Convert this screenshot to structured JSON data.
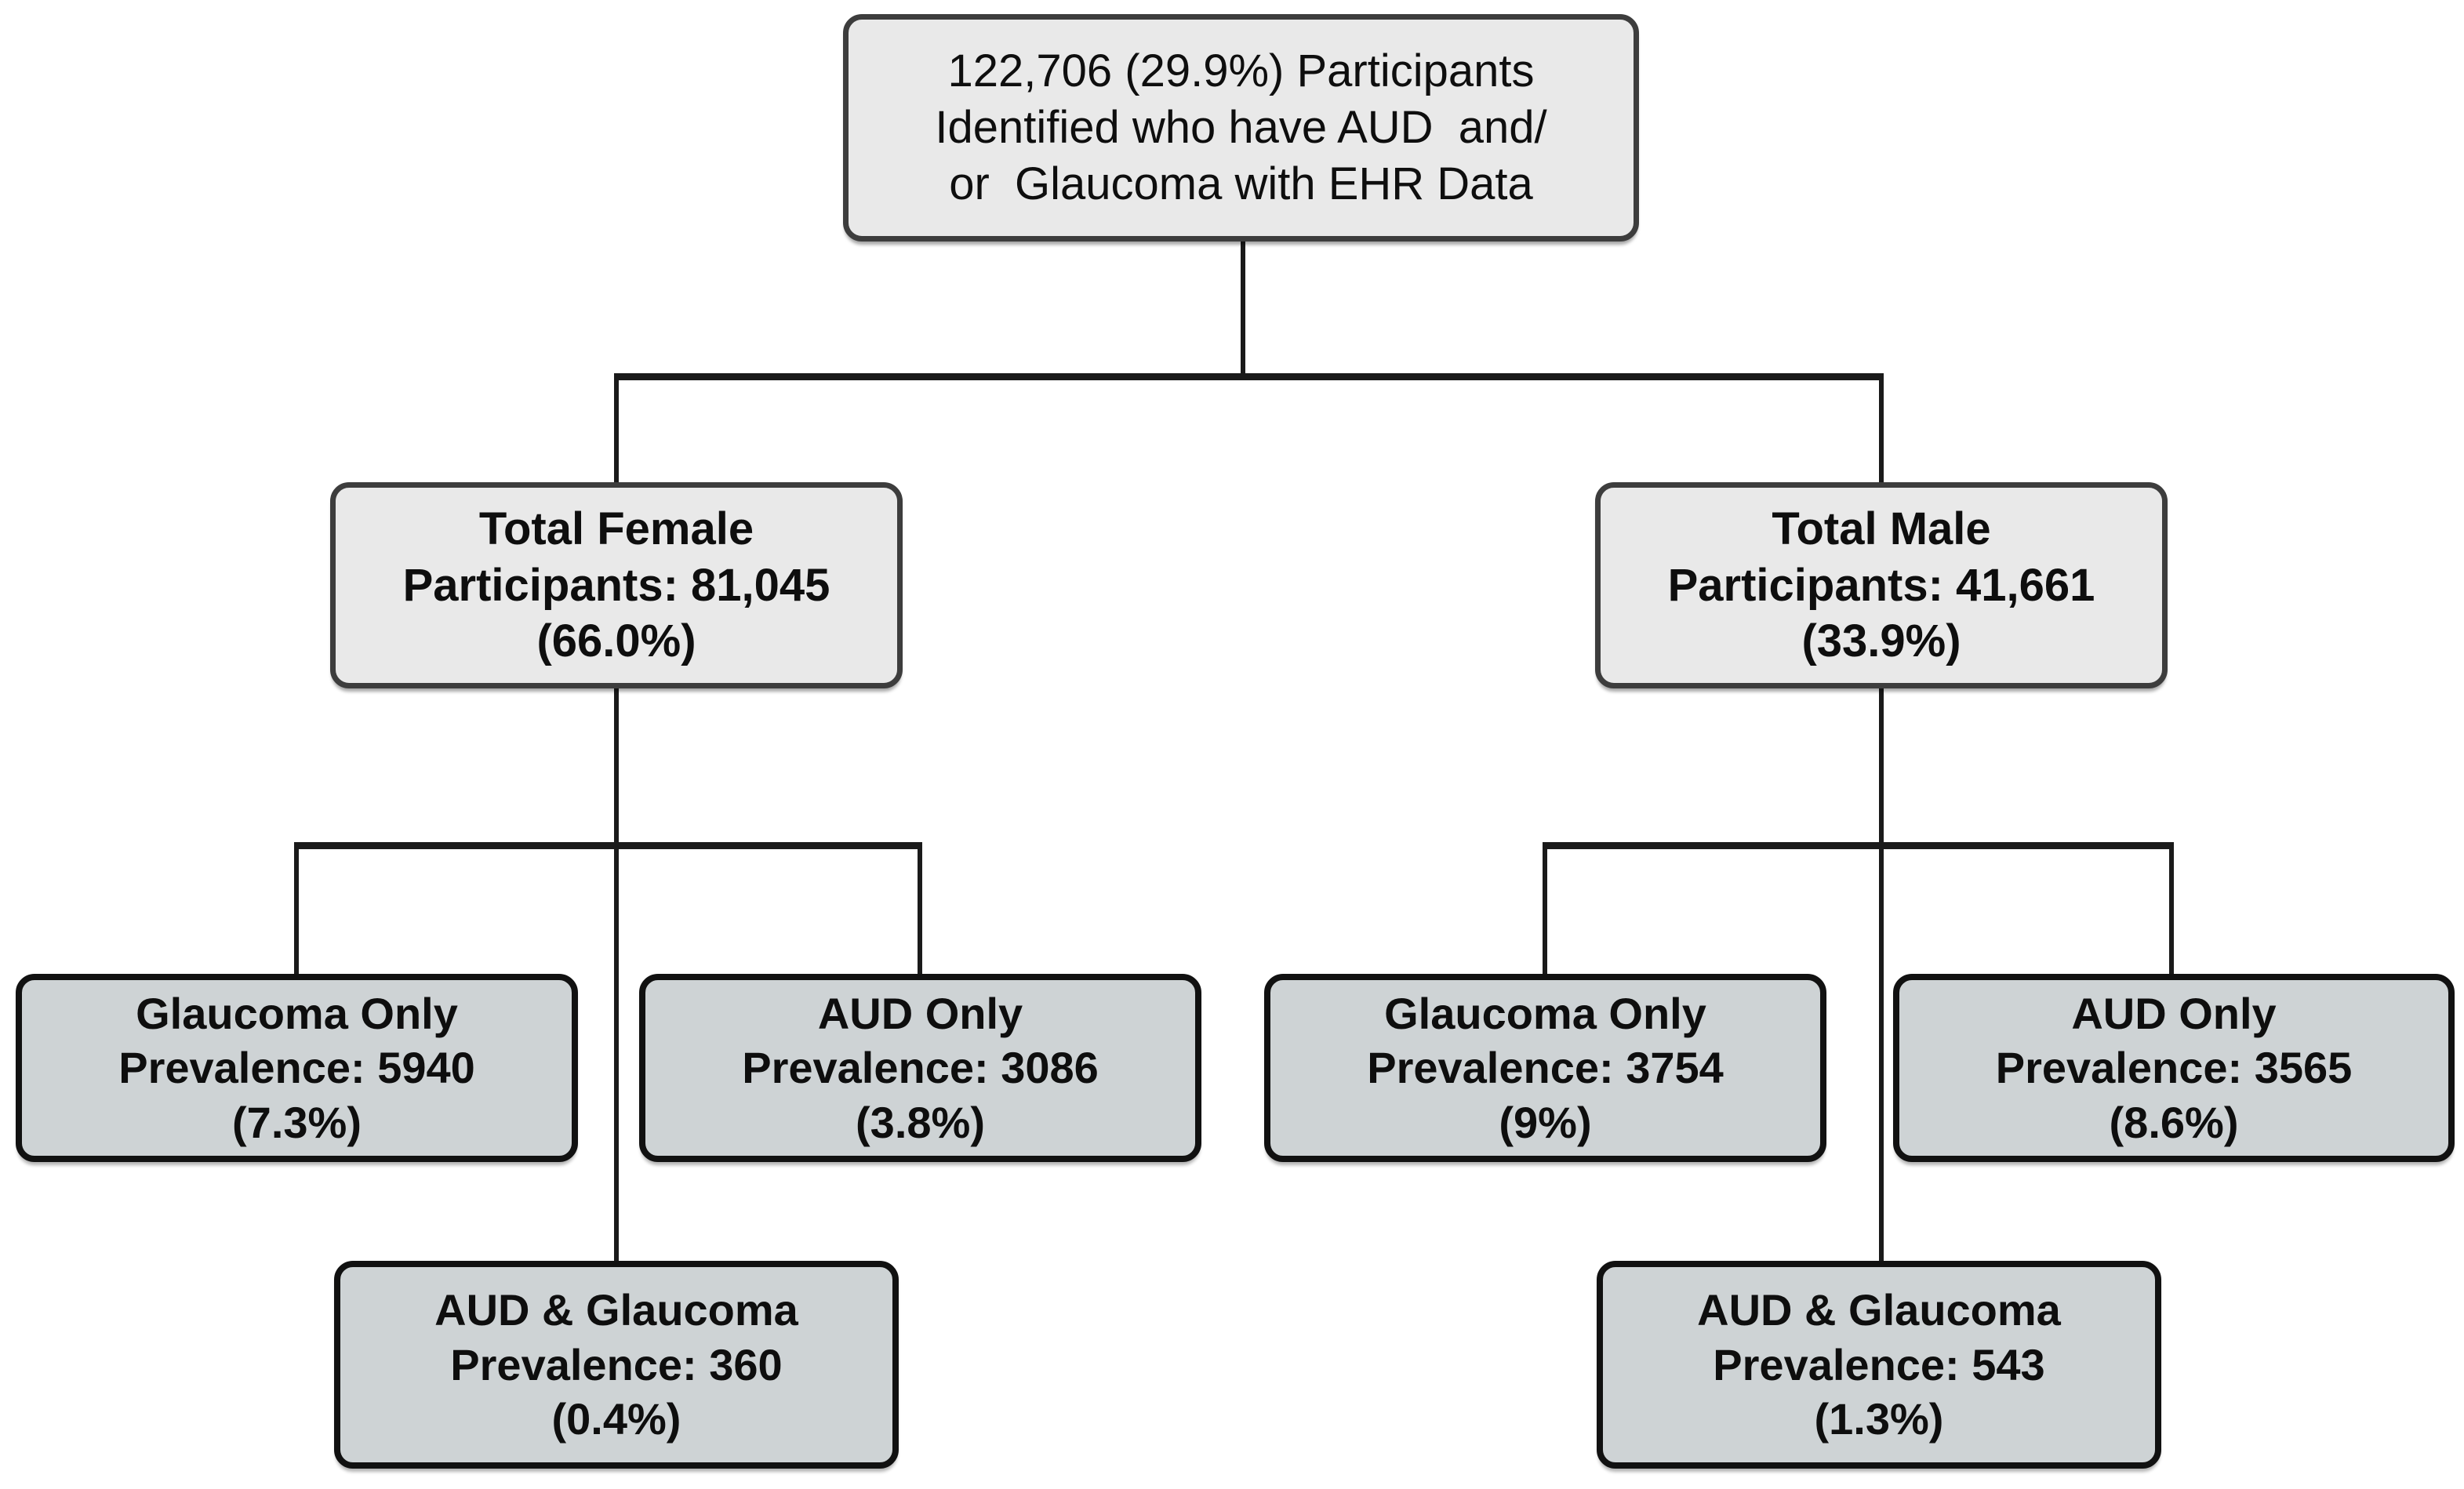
{
  "diagram": {
    "type": "flowchart",
    "nodes": {
      "root": {
        "text": "122,706 (29.9%) Participants\nIdentified who have AUD  and/\nor  Glaucoma with EHR Data",
        "count": "122,706",
        "percent": "29.9%"
      },
      "female_total": {
        "text": "Total Female\nParticipants: 81,045\n(66.0%)",
        "count": "81,045",
        "percent": "66.0%"
      },
      "male_total": {
        "text": "Total Male\nParticipants: 41,661\n(33.9%)",
        "count": "41,661",
        "percent": "33.9%"
      },
      "female_glaucoma_only": {
        "text": "Glaucoma Only\nPrevalence: 5940\n(7.3%)",
        "count": "5940",
        "percent": "7.3%"
      },
      "female_aud_only": {
        "text": "AUD Only\nPrevalence: 3086\n(3.8%)",
        "count": "3086",
        "percent": "3.8%"
      },
      "female_aud_glaucoma": {
        "text": "AUD & Glaucoma\nPrevalence: 360\n(0.4%)",
        "count": "360",
        "percent": "0.4%"
      },
      "male_glaucoma_only": {
        "text": "Glaucoma Only\nPrevalence: 3754\n(9%)",
        "count": "3754",
        "percent": "9%"
      },
      "male_aud_only": {
        "text": "AUD Only\nPrevalence: 3565\n(8.6%)",
        "count": "3565",
        "percent": "8.6%"
      },
      "male_aud_glaucoma": {
        "text": "AUD & Glaucoma\nPrevalence: 543\n(1.3%)",
        "count": "543",
        "percent": "1.3%"
      }
    },
    "colors": {
      "background": "#ffffff",
      "parent_fill": "#e9e9e9",
      "parent_border": "#3d3d3d",
      "leaf_fill": "#ced3d5",
      "leaf_border": "#111111",
      "connector": "#1a1a1a",
      "text": "#0e0e0e"
    }
  }
}
